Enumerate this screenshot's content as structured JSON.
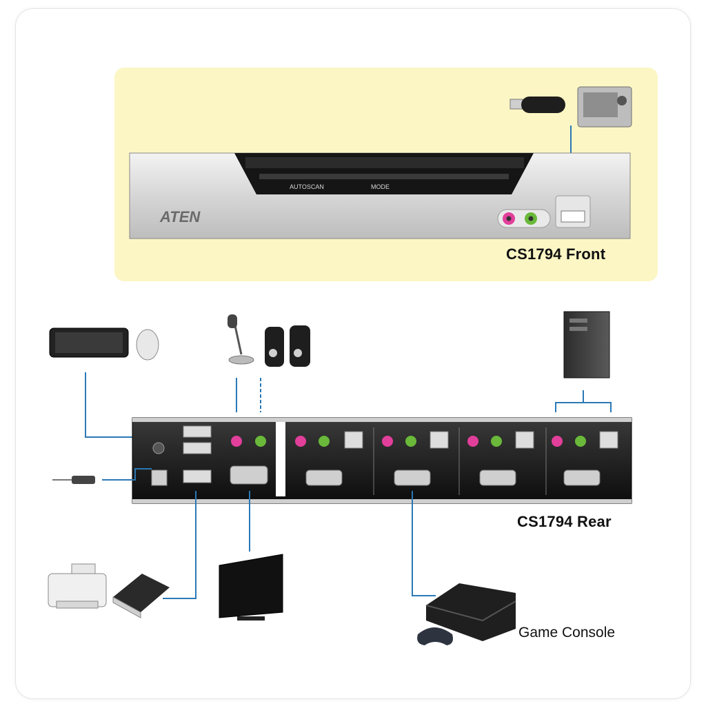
{
  "front": {
    "caption": "CS1794 Front",
    "brand": "ATEN",
    "buttons": [
      "AUTOSCAN",
      "MODE"
    ]
  },
  "rear": {
    "caption": "CS1794 Rear"
  },
  "devices": {
    "game_console_label": "Game Console"
  },
  "colors": {
    "highlight_panel": "#fbf6c4",
    "cable": "#2a78b5",
    "mic_port": "#e23f9b",
    "speaker_port": "#6ab93a",
    "rear_panel": "#1a1a1a"
  }
}
